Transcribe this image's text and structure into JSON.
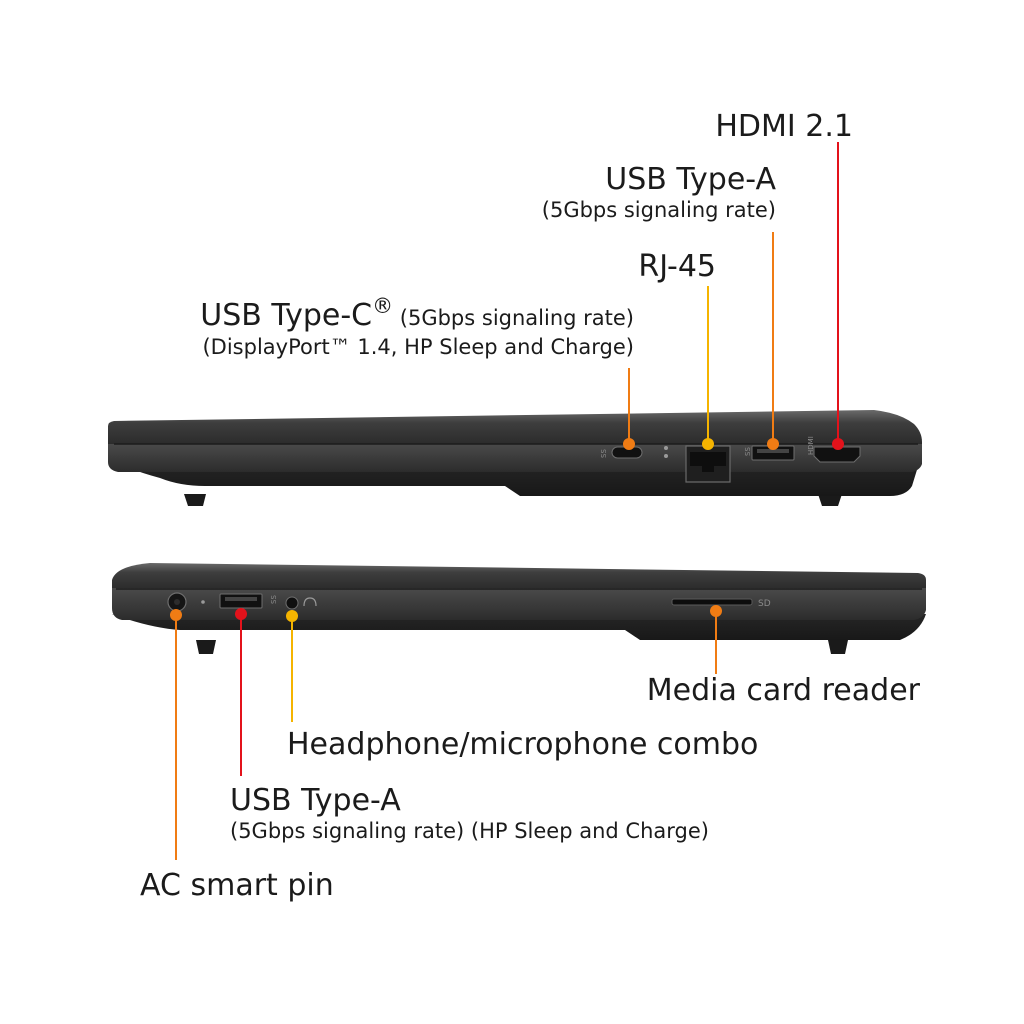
{
  "colors": {
    "red": "#e3121b",
    "orange": "#f07c14",
    "yellow": "#f5b400",
    "chassis": "#3a3a3a",
    "chassis_dark": "#222222"
  },
  "right_side": {
    "hdmi": {
      "title": "HDMI 2.1",
      "color": "red"
    },
    "usb_a": {
      "title": "USB Type-A",
      "subtitle": "(5Gbps signaling rate)",
      "color": "orange"
    },
    "rj45": {
      "title": "RJ-45",
      "color": "yellow"
    },
    "usb_c": {
      "title": "USB Type-C",
      "reg": "®",
      "inline_note": "(5Gbps signaling rate)",
      "subtitle": "(DisplayPort™ 1.4, HP Sleep and Charge)",
      "color": "orange"
    }
  },
  "left_side": {
    "media_card": {
      "title": "Media card reader",
      "color": "orange"
    },
    "headphone": {
      "title": "Headphone/microphone combo",
      "color": "yellow"
    },
    "usb_a": {
      "title": "USB Type-A",
      "subtitle": "(5Gbps signaling rate) (HP Sleep and Charge)",
      "color": "red"
    },
    "ac_pin": {
      "title": "AC smart pin",
      "color": "orange"
    }
  },
  "port_markings": {
    "sd": "SD",
    "ss": "SS",
    "hdmi": "HDMI"
  },
  "icons": {
    "usb_c_port": "usb-c-port-icon",
    "rj45_port": "ethernet-port-icon",
    "usb_a_port": "usb-a-port-icon",
    "hdmi_port": "hdmi-port-icon",
    "ac_port": "power-port-icon",
    "audio_port": "headphone-jack-icon",
    "sd_slot": "sd-card-slot-icon"
  }
}
